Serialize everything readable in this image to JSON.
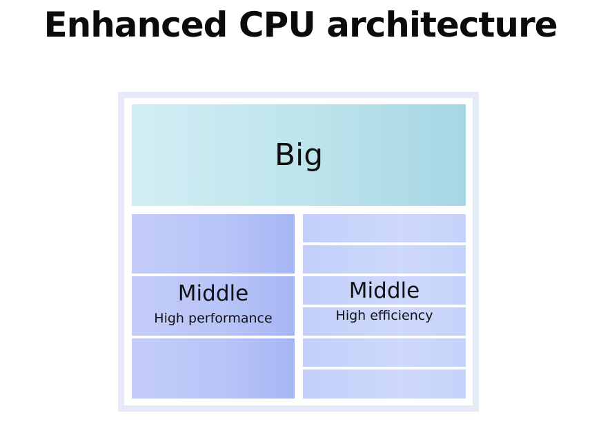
{
  "title": "Enhanced CPU architecture",
  "blocks": {
    "big": {
      "label": "Big"
    },
    "middle_performance": {
      "label": "Middle",
      "sublabel": "High performance"
    },
    "middle_efficiency": {
      "label": "Middle",
      "sublabel": "High efficiency"
    }
  },
  "colors": {
    "big_fill": "#bfe4ec",
    "middle_performance_fill": "#b7c3f7",
    "middle_efficiency_fill": "#cdd8fb",
    "frame": "#e4eaf8"
  }
}
